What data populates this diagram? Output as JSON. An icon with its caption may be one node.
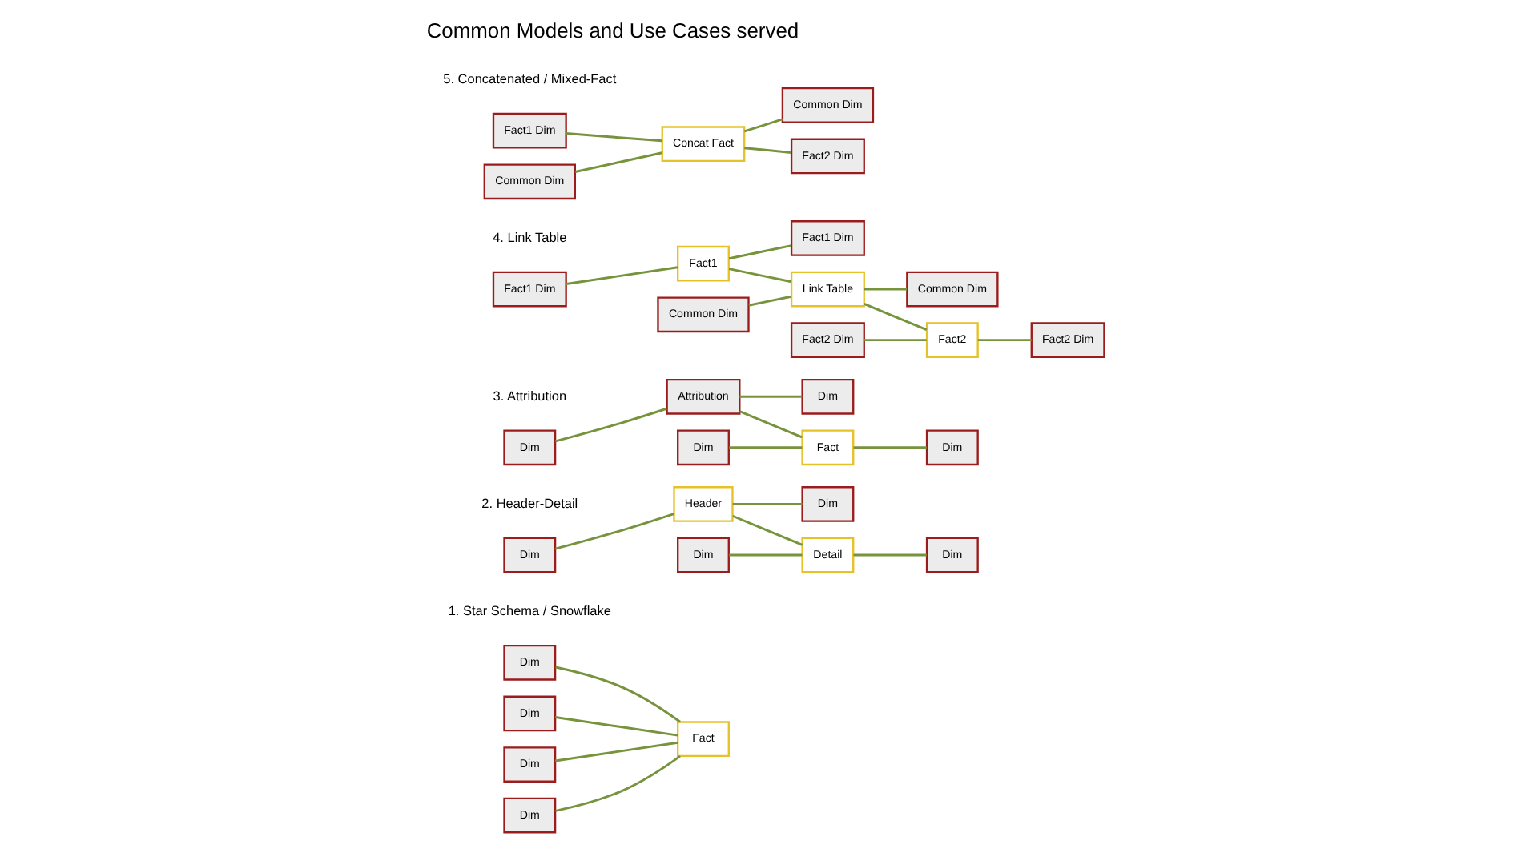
{
  "diagram": {
    "title": "Common Models and Use Cases served",
    "nodes": [
      {
        "text": [
          "Dim"
        ]
      },
      {
        "text": [
          "Dim"
        ]
      },
      {
        "text": [
          "Fact"
        ]
      },
      {
        "text": [
          "Dim"
        ]
      },
      {
        "text": [
          "Dim"
        ]
      },
      {
        "text": [
          "Dim"
        ]
      },
      {
        "text": [
          "Header"
        ]
      },
      {
        "text": [
          "Dim"
        ]
      },
      {
        "text": [
          "Detail"
        ]
      },
      {
        "text": [
          "Dim"
        ]
      },
      {
        "text": [
          "Dim"
        ]
      },
      {
        "text": [
          "Dim"
        ]
      },
      {
        "text": [
          "Dim"
        ]
      },
      {
        "text": [
          "Attribution"
        ]
      },
      {
        "text": [
          "Fact"
        ]
      },
      {
        "text": [
          "Dim"
        ]
      },
      {
        "text": [
          "Dim"
        ]
      },
      {
        "text": [
          "Fact1 Dim"
        ]
      },
      {
        "text": [
          "Fact1"
        ]
      },
      {
        "text": [
          "Fact1 Dim"
        ]
      },
      {
        "text": [
          "Common Dim"
        ]
      },
      {
        "text": [
          "Link Table"
        ]
      },
      {
        "text": [
          "Common Dim"
        ]
      },
      {
        "text": [
          "Fact2 Dim"
        ]
      },
      {
        "text": [
          "Fact2"
        ]
      },
      {
        "text": [
          "Fact2 Dim"
        ]
      },
      {
        "text": [
          "Fact1 Dim"
        ]
      },
      {
        "text": [
          "Fact2 Dim"
        ]
      },
      {
        "text": [
          "Concat Fact"
        ]
      },
      {
        "text": [
          "Common Dim"
        ]
      },
      {
        "text": [
          "Common Dim"
        ]
      }
    ],
    "edges": [
      {
        "from": 0,
        "to": 2,
        "arrow": "none"
      },
      {
        "from": 1,
        "to": 2,
        "arrow": "none"
      },
      {
        "from": 3,
        "to": 2,
        "arrow": "none"
      },
      {
        "from": 4,
        "to": 2,
        "arrow": "none"
      },
      {
        "from": 5,
        "to": 6,
        "arrow": "none"
      },
      {
        "from": 6,
        "to": 7,
        "arrow": "none"
      },
      {
        "from": 6,
        "to": 8,
        "arrow": "none"
      },
      {
        "from": 9,
        "to": 8,
        "arrow": "none"
      },
      {
        "from": 8,
        "to": 10,
        "arrow": "none"
      },
      {
        "from": 11,
        "to": 13,
        "arrow": "none"
      },
      {
        "from": 12,
        "to": 14,
        "arrow": "none"
      },
      {
        "from": 13,
        "to": 14,
        "arrow": "none"
      },
      {
        "from": 13,
        "to": 15,
        "arrow": "none"
      },
      {
        "from": 14,
        "to": 16,
        "arrow": "none"
      },
      {
        "from": 17,
        "to": 18,
        "arrow": "none"
      },
      {
        "from": 18,
        "to": 19,
        "arrow": "none"
      },
      {
        "from": 18,
        "to": 21,
        "arrow": "none"
      },
      {
        "from": 20,
        "to": 21,
        "arrow": "none"
      },
      {
        "from": 21,
        "to": 22,
        "arrow": "none"
      },
      {
        "from": 21,
        "to": 24,
        "arrow": "none"
      },
      {
        "from": 23,
        "to": 24,
        "arrow": "none"
      },
      {
        "from": 24,
        "to": 25,
        "arrow": "none"
      },
      {
        "from": 26,
        "to": 28,
        "arrow": "none"
      },
      {
        "from": 28,
        "to": 27,
        "arrow": "none"
      },
      {
        "from": 29,
        "to": 28,
        "arrow": "none"
      },
      {
        "from": 28,
        "to": 30,
        "arrow": "none"
      }
    ],
    "labels": [
      "1. Star Schema / Snowflake",
      "2. Header-Detail",
      "3. Attribution",
      "4. Link Table",
      "5. Concatenated / Mixed-Fact"
    ]
  }
}
